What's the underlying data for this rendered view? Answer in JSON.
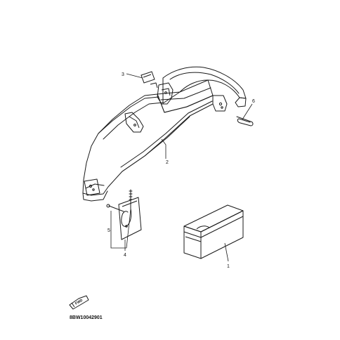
{
  "diagram": {
    "part_callouts": [
      "1",
      "2",
      "3",
      "4",
      "5",
      "6"
    ],
    "front_marker_text": "FWD",
    "drawing_code": "8BW10042901",
    "line_color": "#1a1a1a",
    "background_color": "#ffffff"
  }
}
